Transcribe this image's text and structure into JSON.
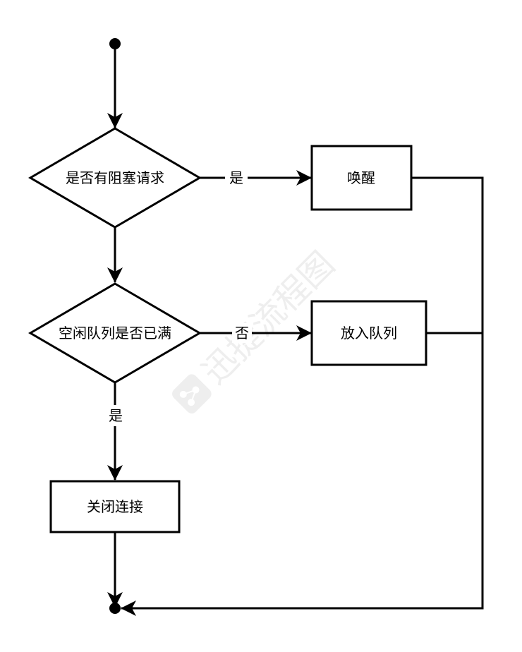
{
  "colors": {
    "stroke": "#000000",
    "background": "#ffffff",
    "watermark": "#e8e8e8"
  },
  "watermark": {
    "text": "迅捷流程图",
    "icon": "share-network-icon"
  },
  "nodes": {
    "start": {
      "icon": "start-dot"
    },
    "decision1": {
      "label": "是否有阻塞请求"
    },
    "decision2": {
      "label": "空闲队列是否已满"
    },
    "wake": {
      "label": "唤醒"
    },
    "enqueue": {
      "label": "放入队列"
    },
    "close": {
      "label": "关闭连接"
    },
    "end": {
      "icon": "end-dot"
    }
  },
  "edges": {
    "d1_yes": {
      "label": "是"
    },
    "d2_no": {
      "label": "否"
    },
    "d2_yes": {
      "label": "是"
    }
  }
}
